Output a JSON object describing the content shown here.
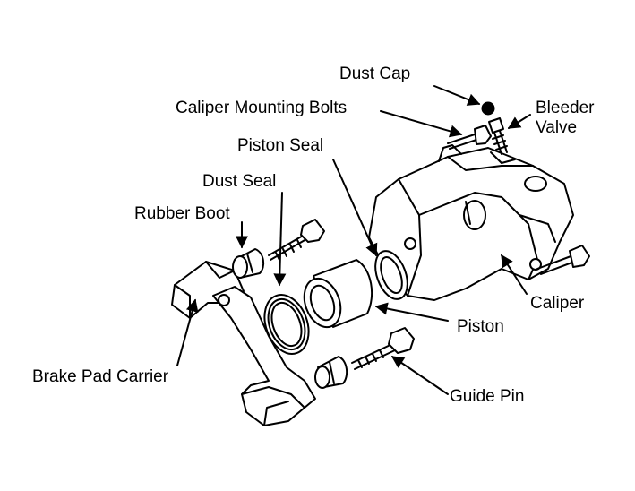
{
  "labels": {
    "dust_cap": "Dust Cap",
    "caliper_mounting_bolts": "Caliper Mounting Bolts",
    "bleeder_valve_line1": "Bleeder",
    "bleeder_valve_line2": "Valve",
    "piston_seal": "Piston Seal",
    "dust_seal": "Dust Seal",
    "rubber_boot": "Rubber Boot",
    "caliper": "Caliper",
    "piston": "Piston",
    "brake_pad_carrier": "Brake Pad Carrier",
    "guide_pin": "Guide Pin"
  }
}
